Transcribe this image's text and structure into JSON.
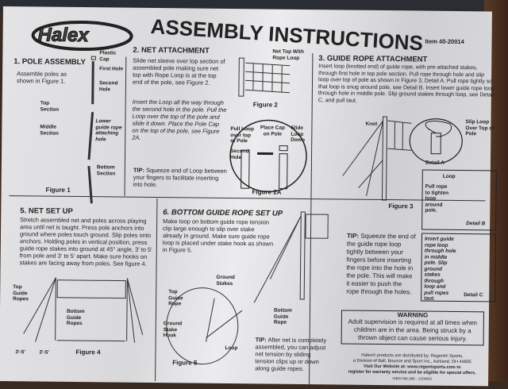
{
  "brand": "Halex",
  "title": "ASSEMBLY INSTRUCTIONS",
  "item": "Item 40-20014",
  "s1": {
    "heading": "1. POLE ASSEMBLY",
    "body": "Assemble poles as shown in Figure 1.",
    "labels": {
      "cap": "Plastic Cap",
      "first": "First Hole",
      "second": "Second Hole",
      "top": "Top Section",
      "middle": "Middle Section",
      "lower": "Lower guide rope attaching hole",
      "bottom": "Bottom Section"
    },
    "figure": "Figure 1"
  },
  "s2": {
    "heading": "2. NET ATTACHMENT",
    "body1": "Slide net sleeve over top section of assembled pole making sure net top with Rope Loop is at the top end of the pole, see Figure 2.",
    "body2": "Insert the Loop all the way through the second hole in the pole. Pull the Loop over the top of the pole and slide it down. Place the Pole Cap on the top of the pole, see Figure 2A.",
    "tip_label": "TIP:",
    "tip": "Squeeze end of Loop between your fingers to facilitate inserting into hole.",
    "fig2_label": "Net Top With Rope Loop",
    "figure2": "Figure 2",
    "fig2a": {
      "pull": "Pull Loop over top of Pole",
      "cap": "Place Cap on Pole",
      "slide": "Slide Loop Down",
      "second": "Second Hole"
    },
    "figure2a": "Figure 2A"
  },
  "s3": {
    "heading": "3. GUIDE ROPE ATTACHMENT",
    "body": "Insert loop (knotted end) of guide rope, with pre-attached stakes, through first hole in top pole section. Pull rope through hole and slip loop over top of pole as shown in Figure 3, Detail A. Pull rope tightly so that loop is snug around pole, see Detail B. Insert lower guide rope loop through hole in middle pole. Slip ground stakes through loop, see Detail C, and pull taut.",
    "knot": "Knot",
    "figure3": "Figure 3",
    "detailA_label": "Slip Loop Over Top of Pole",
    "detailA": "Detail A",
    "detailB_loop": "Loop",
    "detailB_pull": "Pull rope to tighten loop around pole.",
    "detailB": "Detail B",
    "detailC_text": "Insert guide rope loop through hole in middle pole. Slip ground stakes through loop and pull ropes taut.",
    "detailC": "Detail C",
    "tip_label": "TIP:",
    "tip": "Squeeze the end of the guide rope loop tightly between your fingers before inserting the rope into the hole in the pole. This will make it easier to push the rope through the holes."
  },
  "s5": {
    "heading": "5. NET SET UP",
    "body": "Stretch assembled net and poles across playing area until net is taught. Press pole anchors into ground where poles touch ground. Slip poles onto anchors. Holding poles in vertical position, press guide rope stakes into ground at 45° angle, 3' to 5' from pole and 3' to 5' apart. Make sure hooks on stakes are facing away from poles. See figure 4.",
    "top_ropes": "Top Guide Ropes",
    "bottom_ropes": "Bottom Guide Ropes",
    "dist1": "3'-5'",
    "dist2": "3'-5'",
    "figure4": "Figure 4"
  },
  "s6": {
    "heading": "6. BOTTOM GUIDE ROPE SET UP",
    "body": "Make loop on bottom guide rope tension clip large enough to slip over stake already in ground. Make sure guide rope loop is placed under stake hook as shown in Figure 5.",
    "ground_stakes": "Ground Stakes",
    "top_rope": "Top Guide Rope",
    "bottom_rope": "Bottom Guide Rope",
    "hook": "Ground Stake Hook",
    "loop": "Loop",
    "figure5": "Figure 5",
    "tip_label": "TIP:",
    "tip": "After net is completely assembled, you can adjust net tension by sliding tension clips up or down along guide ropes."
  },
  "warning": {
    "title": "WARNING",
    "body": "Adult supervision is required at all times when children are in the area. Being struck by a thrown object can cause serious injury."
  },
  "footer": {
    "l1": "Halex® products are distributed by: Regent® Sports,",
    "l2": "a Division of Ball, Bounce and Sport Inc., Ashland, OH 44805",
    "l3": "Visit Our Website at: www.regentsports.com to",
    "l4": "register for warranty service and be eligible for special offers.",
    "l5": "ISBN 048-388 - 1S0W03"
  }
}
